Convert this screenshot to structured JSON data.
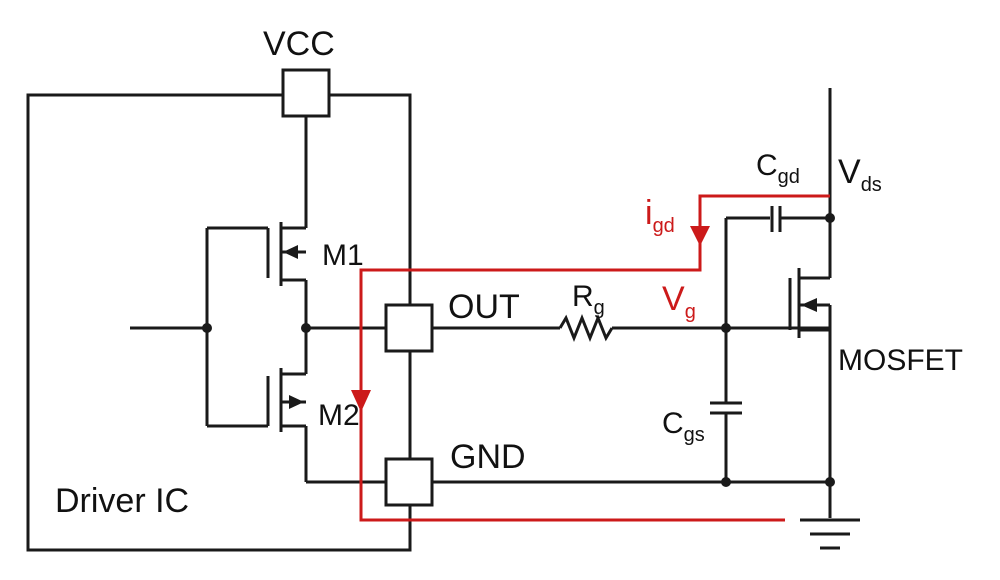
{
  "labels": {
    "vcc": "VCC",
    "m1": "M1",
    "m2": "M2",
    "out": "OUT",
    "gnd": "GND",
    "driver_ic": "Driver IC",
    "mosfet": "MOSFET",
    "rg_main": "R",
    "rg_sub": "g",
    "vg_main": "V",
    "vg_sub": "g",
    "igd_main": "i",
    "igd_sub": "gd",
    "cgd_main": "C",
    "cgd_sub": "gd",
    "cgs_main": "C",
    "cgs_sub": "gs",
    "vds_main": "V",
    "vds_sub": "ds"
  },
  "colors": {
    "wire": "#1a1a1a",
    "current_path": "#cc1a1a"
  }
}
